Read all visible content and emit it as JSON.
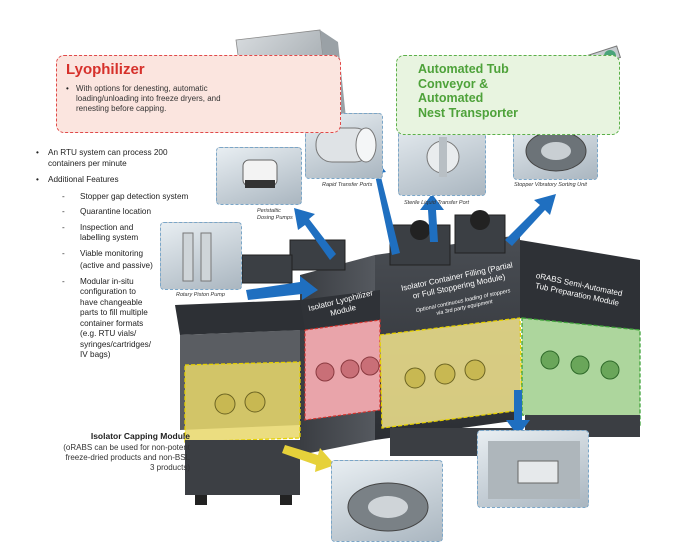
{
  "lyophilizer": {
    "title": "Lyophilizer",
    "bullet": "With options for denesting, automatic loading/unloading into freeze dryers, and renesting before capping."
  },
  "tub_conveyor": {
    "title_lines": [
      "Automated Tub",
      "Conveyor &",
      "Automated",
      "Nest Transporter"
    ]
  },
  "features": {
    "capacity": "An RTU system can process 200 containers per minute",
    "additional": "Additional Features",
    "items": {
      "gap": "Stopper gap detection system",
      "quarantine": "Quarantine location",
      "inspection": "Inspection and labelling system",
      "viable": "Viable monitoring",
      "viable_note": "(active and passive)",
      "modular": "Modular in-situ configuration to have changeable parts to fill multiple container formats (e.g. RTU vials/ syringes/cartridges/ IV bags)"
    }
  },
  "capping": {
    "title": "Isolator Capping Module",
    "text": "(oRABS can be used for non-potent freeze-dried products and non-BSL 3 products)"
  },
  "insets": {
    "rapid_transfer": "Rapid Transfer Ports",
    "sterile_liquid": "Sterile Liquid Transfer Port",
    "stopper_sorting": "Stopper Vibratory Sorting Unit",
    "peristaltic": "Peristaltic Dosing Pumps",
    "rotary_piston": "Rotary Piston Pump"
  },
  "modules": {
    "lyo_module": "Isolator Lyophilizer Module",
    "filling_title": "Isolator Container Filling (Partial or Full Stoppering Module)",
    "filling_note": "Optional continuous loading of stoppers via 3rd party equipment",
    "orabs": "oRABS Semi-Automated Tub Preparation Module"
  },
  "colors": {
    "lyo_red": "#d6312b",
    "tub_green": "#4ea23a",
    "arrow_blue": "#1f6fc0",
    "capping_yellow": "#e8d76a"
  }
}
